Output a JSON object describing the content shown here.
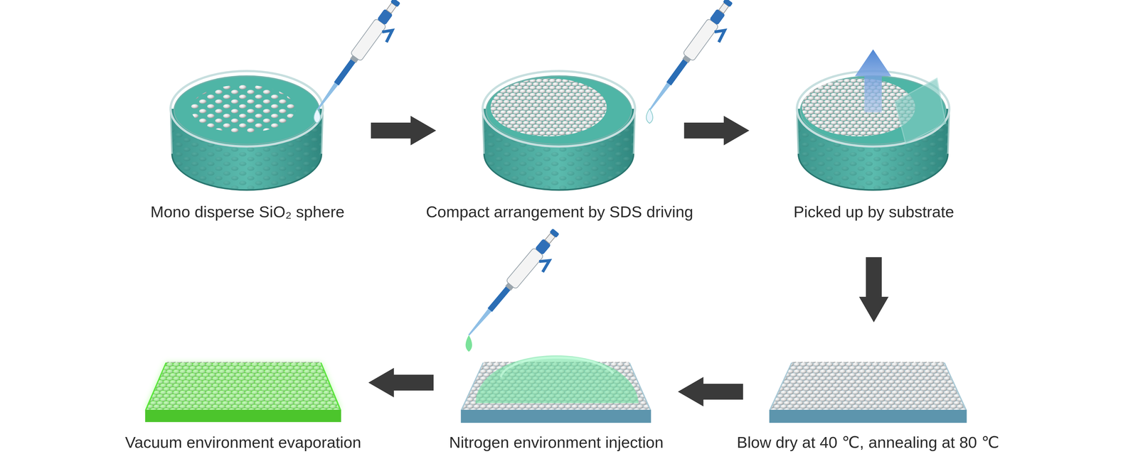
{
  "diagram": {
    "nodes": [
      {
        "text": [
          "Mono disperse SiO₂ sphere"
        ]
      },
      {
        "text": [
          "Compact arrangement by SDS driving"
        ]
      },
      {
        "text": [
          "Picked up by substrate"
        ]
      },
      {
        "text": [
          "Blow dry at 40 ℃, annealing at 80 ℃"
        ]
      },
      {
        "text": [
          "Nitrogen environment injection"
        ]
      },
      {
        "text": [
          "Vacuum environment evaporation"
        ]
      }
    ],
    "edges": [
      {
        "from": 0,
        "to": 1,
        "arrow": "to"
      },
      {
        "from": 1,
        "to": 2,
        "arrow": "to"
      },
      {
        "from": 2,
        "to": 3,
        "arrow": "to"
      },
      {
        "from": 3,
        "to": 4,
        "arrow": "to"
      },
      {
        "from": 4,
        "to": 5,
        "arrow": "to"
      }
    ]
  }
}
